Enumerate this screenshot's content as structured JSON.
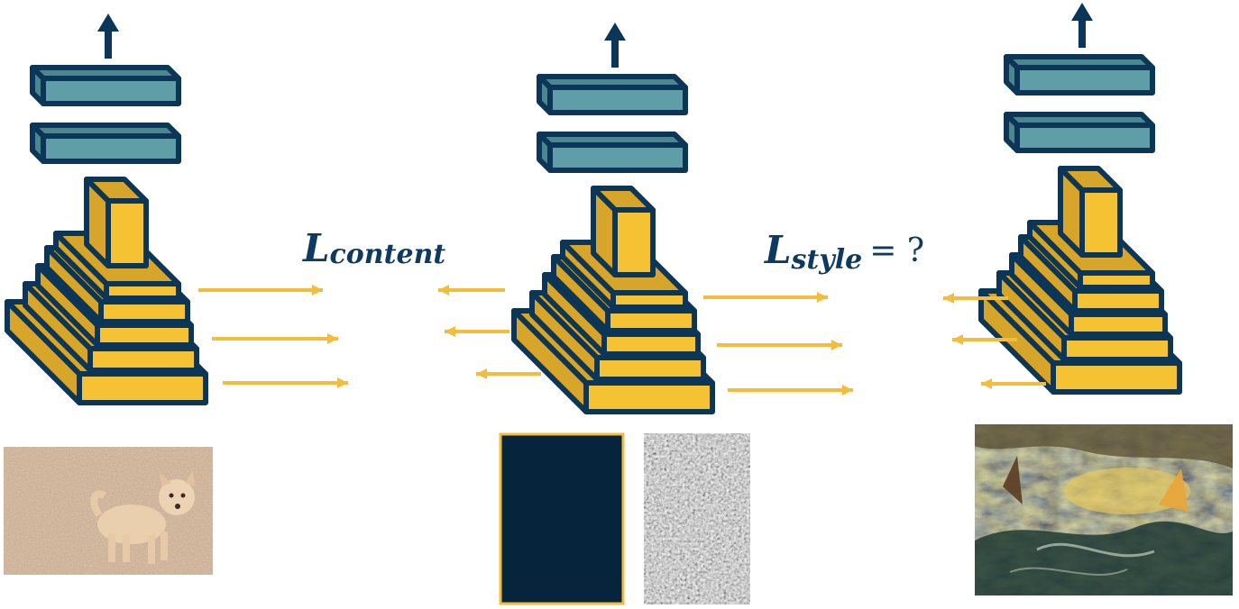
{
  "labels": {
    "content_main": "L",
    "content_sub": "content",
    "style_main": "L",
    "style_sub": "style",
    "style_suffix": "= ?"
  },
  "colors": {
    "navy": "#0c3657",
    "fc_fill": "#5f9ea6",
    "conv_fill": "#f5c234",
    "conv_side": "#d6a52a",
    "arrow_yellow": "#f2bd3c",
    "gram_dark": "#06243b",
    "gram_border": "#f2bd3c"
  },
  "networks": [
    {
      "id": "content-network",
      "image": "dog-photo"
    },
    {
      "id": "generated-network",
      "image": "feature-maps"
    },
    {
      "id": "style-network",
      "image": "shipwreck-painting"
    }
  ]
}
